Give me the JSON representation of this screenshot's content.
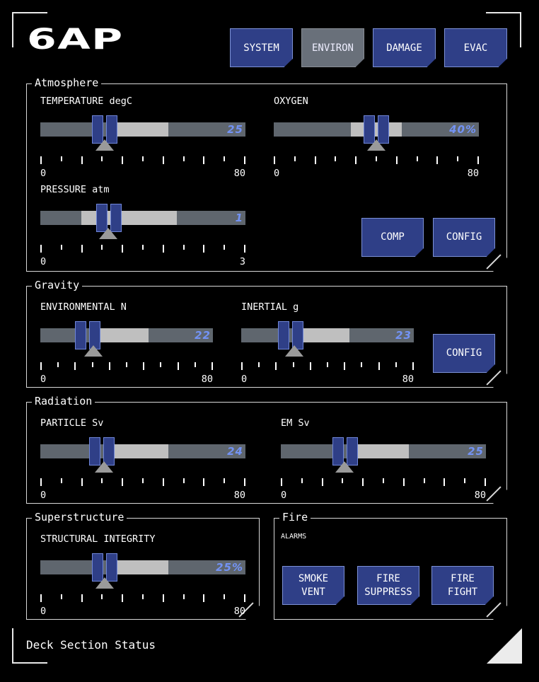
{
  "app": {
    "logo": "6AP"
  },
  "nav": [
    {
      "label": "SYSTEM",
      "active": false
    },
    {
      "label": "ENVIRON",
      "active": true
    },
    {
      "label": "DAMAGE",
      "active": false
    },
    {
      "label": "EVAC",
      "active": false
    }
  ],
  "colors": {
    "accent": "#2f3f87",
    "readout": "#7393f5",
    "track": "#5f666e",
    "fill": "#bfbfbf"
  },
  "atmosphere": {
    "title": "Atmosphere",
    "temperature": {
      "label": "TEMPERATURE degC",
      "readout": "25",
      "min": "0",
      "max": "80"
    },
    "oxygen": {
      "label": "OXYGEN",
      "readout": "40%",
      "min": "0",
      "max": "80"
    },
    "pressure": {
      "label": "PRESSURE atm",
      "readout": "1",
      "min": "0",
      "max": "3"
    },
    "comp_button": "COMP",
    "config_button": "CONFIG"
  },
  "gravity": {
    "title": "Gravity",
    "environmental": {
      "label": "ENVIRONMENTAL N",
      "readout": "22",
      "min": "0",
      "max": "80"
    },
    "inertial": {
      "label": "INERTIAL g",
      "readout": "23",
      "min": "0",
      "max": "80"
    },
    "config_button": "CONFIG"
  },
  "radiation": {
    "title": "Radiation",
    "particle": {
      "label": "PARTICLE Sv",
      "readout": "24",
      "min": "0",
      "max": "80"
    },
    "em": {
      "label": "EM Sv",
      "readout": "25",
      "min": "0",
      "max": "80"
    }
  },
  "superstructure": {
    "title": "Superstructure",
    "integrity": {
      "label": "STRUCTURAL INTEGRITY",
      "readout": "25%",
      "min": "0",
      "max": "80"
    }
  },
  "fire": {
    "title": "Fire",
    "alarms_label": "ALARMS",
    "buttons": [
      "SMOKE\nVENT",
      "FIRE\nSUPPRESS",
      "FIRE\nFIGHT"
    ]
  },
  "footer": {
    "status": "Deck Section Status"
  }
}
